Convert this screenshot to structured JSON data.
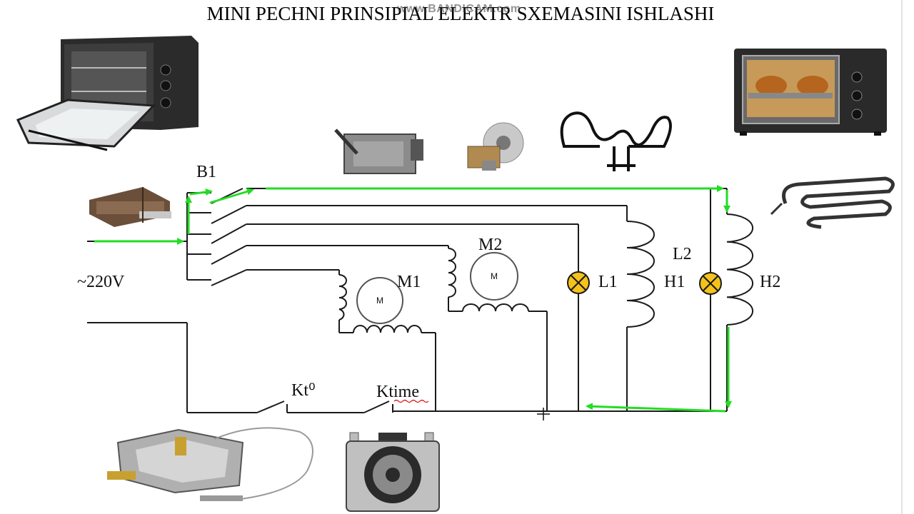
{
  "title": "MINI PECHNI PRINSIPIAL ELEKTR SXEMASINI ISHLASHI",
  "watermark": "www.BANDICAM.com",
  "labels": {
    "switch": "B1",
    "voltage": "~220V",
    "motor1": "M1",
    "motor2": "M2",
    "motor_symbol": "M",
    "lamp1": "L1",
    "lamp2": "L2",
    "heater1": "H1",
    "heater2": "H2",
    "thermostat": "Kt⁰",
    "timer": "Ktime"
  },
  "colors": {
    "current_flow": "#22dd22",
    "lamp_fill": "#f5c21b",
    "wire": "#1a1a1a"
  },
  "photos": [
    "mini-oven-open-photo",
    "mini-oven-chicken-photo",
    "rotary-switch-photo",
    "grill-motor-photo",
    "fan-motor-photo",
    "heating-element-photo",
    "heating-element-flat-photo",
    "thermostat-photo",
    "timer-photo"
  ]
}
